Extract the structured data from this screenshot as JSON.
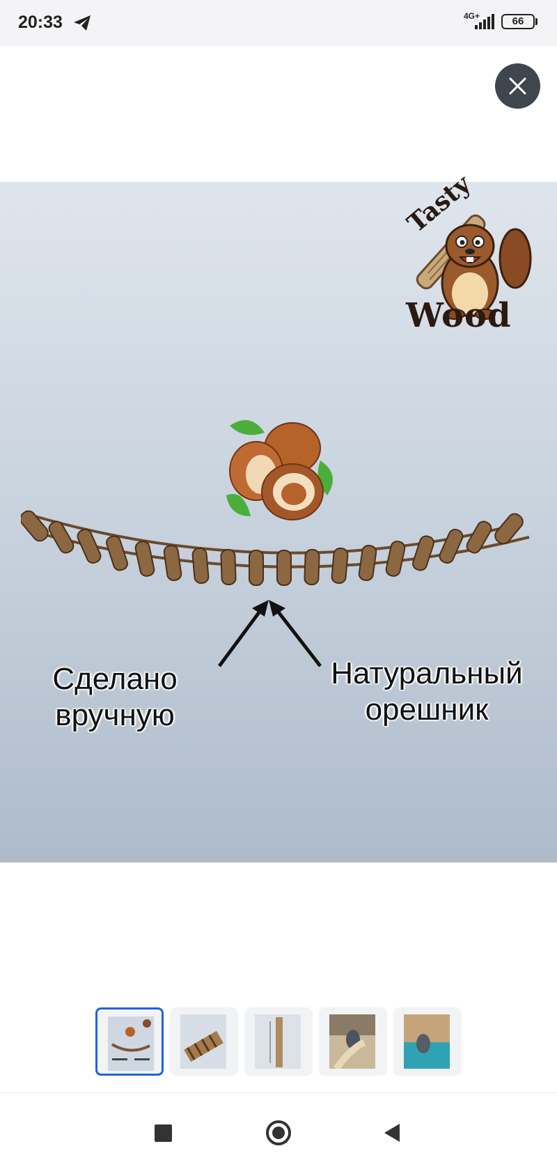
{
  "status_bar": {
    "time": "20:33",
    "network": "4G+",
    "battery": "66",
    "icons": [
      "telegram-icon",
      "signal-icon",
      "battery-icon"
    ]
  },
  "viewer": {
    "close_icon": "close-icon"
  },
  "product_image": {
    "brand_word_1": "Tasty",
    "brand_word_2": "Wood",
    "caption_left_line1": "Сделано",
    "caption_left_line2": "вручную",
    "caption_right_line1": "Натуральный",
    "caption_right_line2": "орешник"
  },
  "thumbnails": {
    "count": 5,
    "selected_index": 0
  },
  "nav_bar": {
    "icons": [
      "recent-apps-icon",
      "home-icon",
      "back-icon"
    ]
  }
}
